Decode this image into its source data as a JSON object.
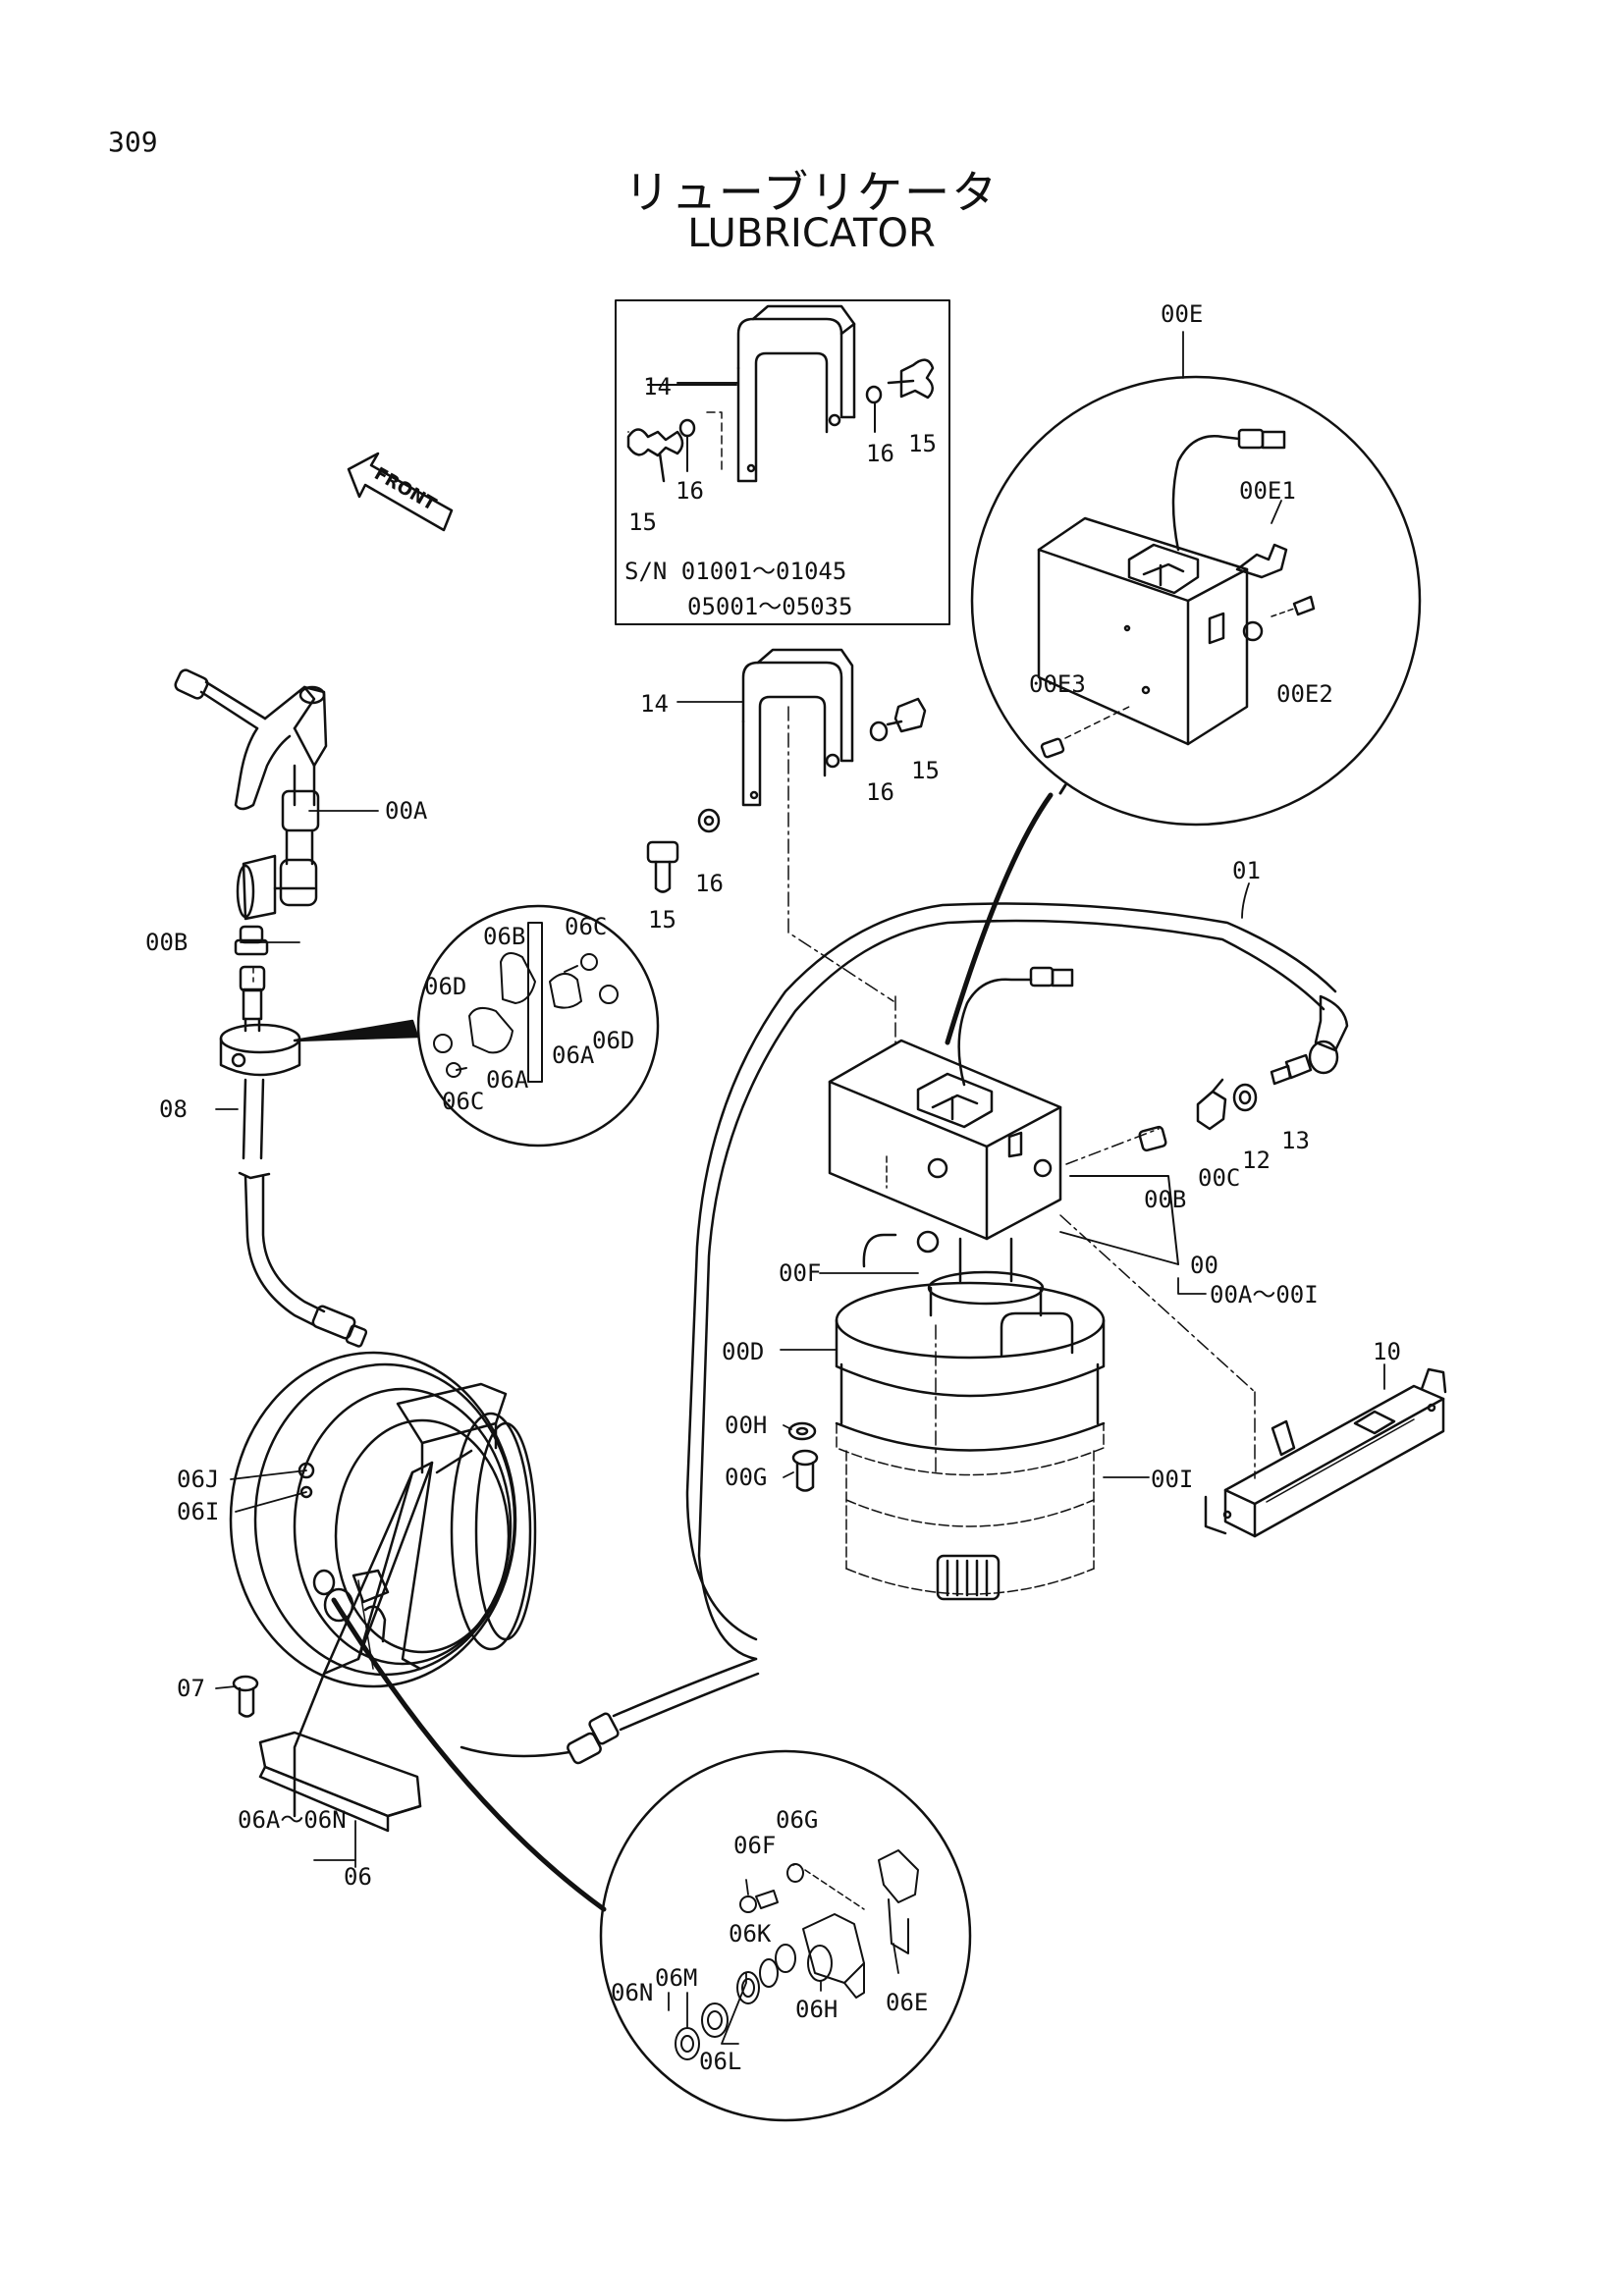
{
  "page_number": "309",
  "title_jp": "リューブリケータ",
  "title_en": "LUBRICATOR",
  "front_label": "FRONT",
  "serial_note": {
    "line1": "S/N  01001～01045",
    "line2": "05001～05035"
  },
  "part_labels": {
    "p14a": "14",
    "p15a": "15",
    "p16a": "16",
    "p15b": "15",
    "p16b": "16",
    "p14b": "14",
    "p15c": "15",
    "p16c": "16",
    "p15d": "15",
    "p16d": "16",
    "p00E": "00E",
    "p00E1": "00E1",
    "p00E2": "00E2",
    "p00E3": "00E3",
    "p00A": "00A",
    "p00B": "00B",
    "p08": "08",
    "p06B": "06B",
    "p06C": "06C",
    "p06D": "06D",
    "p06A": "06A",
    "p06D2": "06D",
    "p06A2": "06A",
    "p06C2": "06C",
    "p01": "01",
    "p00B2": "00B",
    "p00C": "00C",
    "p12": "12",
    "p13": "13",
    "p00": "00",
    "p00Arange": "00A～00I",
    "p00F": "00F",
    "p00D": "00D",
    "p00H": "00H",
    "p00G": "00G",
    "p00I": "00I",
    "p10": "10",
    "p06J": "06J",
    "p06I": "06I",
    "p07": "07",
    "p06range": "06A～06N",
    "p06": "06",
    "p06F": "06F",
    "p06G": "06G",
    "p06K": "06K",
    "p06N": "06N",
    "p06M": "06M",
    "p06L": "06L",
    "p06H": "06H",
    "p06E": "06E"
  }
}
